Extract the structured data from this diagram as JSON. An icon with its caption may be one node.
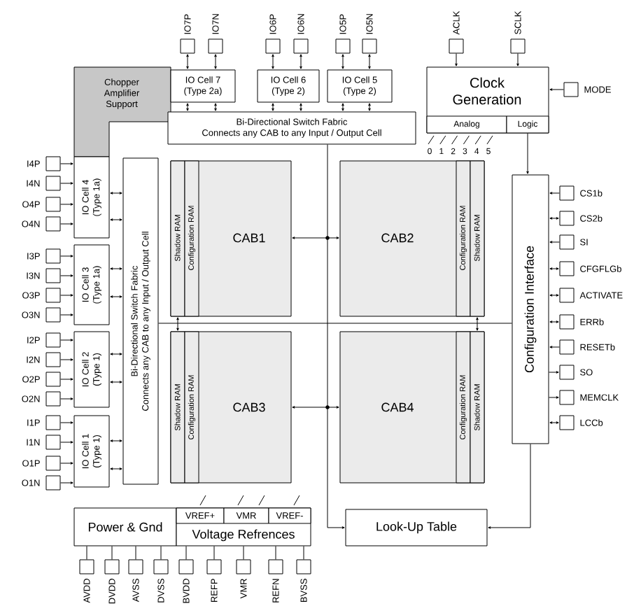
{
  "diagram": {
    "nodes": [
      {
        "text": [
          "Chopper Amplifier Support"
        ]
      },
      {
        "text": [
          "IO Cell 7 (Type 2a)"
        ]
      },
      {
        "text": [
          "IO Cell 6 (Type 2)"
        ]
      },
      {
        "text": [
          "IO Cell 5 (Type 2)"
        ]
      },
      {
        "text": [
          "Bi-Directional Switch Fabric",
          "Connects any CAB to any Input / Output Cell"
        ]
      },
      {
        "text": [
          "Clock Generation"
        ]
      },
      {
        "text": [
          "Analog"
        ],
        "in": 5
      },
      {
        "text": [
          "Logic"
        ],
        "in": 5
      },
      {
        "text": [
          "Bi-Directional Switch Fabric",
          "Connects any CAB to any Input / Output Cell"
        ]
      },
      {
        "text": [
          "IO Cell 4 (Type 1a)"
        ]
      },
      {
        "text": [
          "IO Cell 3 (Type 1a)"
        ]
      },
      {
        "text": [
          "IO Cell 2 (Type 1)"
        ]
      },
      {
        "text": [
          "IO Cell 1 (Type 1)"
        ]
      },
      {
        "text": [
          "CAB1"
        ]
      },
      {
        "text": [
          "Shadow RAM"
        ],
        "in": 13
      },
      {
        "text": [
          "Configuration RAM"
        ],
        "in": 13
      },
      {
        "text": [
          "CAB2"
        ]
      },
      {
        "text": [
          "Configuration RAM"
        ],
        "in": 16
      },
      {
        "text": [
          "Shadow RAM"
        ],
        "in": 16
      },
      {
        "text": [
          "CAB3"
        ]
      },
      {
        "text": [
          "Shadow RAM"
        ],
        "in": 19
      },
      {
        "text": [
          "Configuration RAM"
        ],
        "in": 19
      },
      {
        "text": [
          "CAB4"
        ]
      },
      {
        "text": [
          "Configuration RAM"
        ],
        "in": 22
      },
      {
        "text": [
          "Shadow RAM"
        ],
        "in": 22
      },
      {
        "text": [
          "Configuration Interface"
        ]
      },
      {
        "text": [
          "Power & Gnd"
        ]
      },
      {
        "text": [
          "Voltage Refrences"
        ]
      },
      {
        "text": [
          "VREF+"
        ],
        "in": 27
      },
      {
        "text": [
          "VMR"
        ],
        "in": 27
      },
      {
        "text": [
          "VREF-"
        ],
        "in": 27
      },
      {
        "text": [
          "Look-Up Table"
        ]
      },
      {
        "text": [],
        "shape": "box",
        "beside": [
          "IO7P"
        ]
      },
      {
        "text": [],
        "shape": "box",
        "beside": [
          "IO7N"
        ]
      },
      {
        "text": [],
        "shape": "box",
        "beside": [
          "IO6P"
        ]
      },
      {
        "text": [],
        "shape": "box",
        "beside": [
          "IO6N"
        ]
      },
      {
        "text": [],
        "shape": "box",
        "beside": [
          "IO5P"
        ]
      },
      {
        "text": [],
        "shape": "box",
        "beside": [
          "IO5N"
        ]
      },
      {
        "text": [],
        "shape": "box",
        "beside": [
          "ACLK"
        ]
      },
      {
        "text": [],
        "shape": "box",
        "beside": [
          "SCLK"
        ]
      },
      {
        "text": [],
        "shape": "box",
        "beside": [
          "MODE"
        ]
      },
      {
        "text": [],
        "shape": "box",
        "beside": [
          "I4P"
        ]
      },
      {
        "text": [],
        "shape": "box",
        "beside": [
          "I4N"
        ]
      },
      {
        "text": [],
        "shape": "box",
        "beside": [
          "O4P"
        ]
      },
      {
        "text": [],
        "shape": "box",
        "beside": [
          "O4N"
        ]
      },
      {
        "text": [],
        "shape": "box",
        "beside": [
          "I3P"
        ]
      },
      {
        "text": [],
        "shape": "box",
        "beside": [
          "I3N"
        ]
      },
      {
        "text": [],
        "shape": "box",
        "beside": [
          "O3P"
        ]
      },
      {
        "text": [],
        "shape": "box",
        "beside": [
          "O3N"
        ]
      },
      {
        "text": [],
        "shape": "box",
        "beside": [
          "I2P"
        ]
      },
      {
        "text": [],
        "shape": "box",
        "beside": [
          "I2N"
        ]
      },
      {
        "text": [],
        "shape": "box",
        "beside": [
          "O2P"
        ]
      },
      {
        "text": [],
        "shape": "box",
        "beside": [
          "O2N"
        ]
      },
      {
        "text": [],
        "shape": "box",
        "beside": [
          "I1P"
        ]
      },
      {
        "text": [],
        "shape": "box",
        "beside": [
          "I1N"
        ]
      },
      {
        "text": [],
        "shape": "box",
        "beside": [
          "O1P"
        ]
      },
      {
        "text": [],
        "shape": "box",
        "beside": [
          "O1N"
        ]
      },
      {
        "text": [],
        "shape": "box",
        "beside": [
          "CS1b"
        ]
      },
      {
        "text": [],
        "shape": "box",
        "beside": [
          "CS2b"
        ]
      },
      {
        "text": [],
        "shape": "box",
        "beside": [
          "SI"
        ]
      },
      {
        "text": [],
        "shape": "box",
        "beside": [
          "CFGFLGb"
        ]
      },
      {
        "text": [],
        "shape": "box",
        "beside": [
          "ACTIVATE"
        ]
      },
      {
        "text": [],
        "shape": "box",
        "beside": [
          "ERRb"
        ]
      },
      {
        "text": [],
        "shape": "box",
        "beside": [
          "RESETb"
        ]
      },
      {
        "text": [],
        "shape": "box",
        "beside": [
          "SO"
        ]
      },
      {
        "text": [],
        "shape": "box",
        "beside": [
          "MEMCLK"
        ]
      },
      {
        "text": [],
        "shape": "box",
        "beside": [
          "LCCb"
        ]
      },
      {
        "text": [],
        "shape": "box",
        "beside": [
          "AVDD"
        ]
      },
      {
        "text": [],
        "shape": "box",
        "beside": [
          "DVDD"
        ]
      },
      {
        "text": [],
        "shape": "box",
        "beside": [
          "AVSS"
        ]
      },
      {
        "text": [],
        "shape": "box",
        "beside": [
          "DVSS"
        ]
      },
      {
        "text": [],
        "shape": "box",
        "beside": [
          "BVDD"
        ]
      },
      {
        "text": [],
        "shape": "box",
        "beside": [
          "REFP"
        ]
      },
      {
        "text": [],
        "shape": "box",
        "beside": [
          "VMR"
        ]
      },
      {
        "text": [],
        "shape": "box",
        "beside": [
          "REFN"
        ]
      },
      {
        "text": [],
        "shape": "box",
        "beside": [
          "BVSS"
        ]
      }
    ],
    "edges": [
      {
        "from": 32,
        "to": 1,
        "arrow": "both"
      },
      {
        "from": 33,
        "to": 1,
        "arrow": "both"
      },
      {
        "from": 34,
        "to": 2,
        "arrow": "both"
      },
      {
        "from": 35,
        "to": 2,
        "arrow": "both"
      },
      {
        "from": 36,
        "to": 3,
        "arrow": "both"
      },
      {
        "from": 37,
        "to": 3,
        "arrow": "both"
      },
      {
        "from": 1,
        "to": 4,
        "arrow": "both"
      },
      {
        "from": 1,
        "to": 4,
        "arrow": "both"
      },
      {
        "from": 2,
        "to": 4,
        "arrow": "both"
      },
      {
        "from": 2,
        "to": 4,
        "arrow": "both"
      },
      {
        "from": 3,
        "to": 4,
        "arrow": "both"
      },
      {
        "from": 3,
        "to": 4,
        "arrow": "both"
      },
      {
        "from": 38,
        "to": 5,
        "arrow": "to"
      },
      {
        "from": 39,
        "to": 5,
        "arrow": "to"
      },
      {
        "from": 40,
        "to": 5,
        "arrow": "to"
      },
      {
        "from": 7,
        "to": 25,
        "arrow": "to"
      },
      {
        "from": 41,
        "to": 9,
        "arrow": "to"
      },
      {
        "from": 42,
        "to": 9,
        "arrow": "to"
      },
      {
        "from": 43,
        "to": 9,
        "arrow": "to"
      },
      {
        "from": 44,
        "to": 9,
        "arrow": "to"
      },
      {
        "from": 45,
        "to": 10,
        "arrow": "to"
      },
      {
        "from": 46,
        "to": 10,
        "arrow": "to"
      },
      {
        "from": 47,
        "to": 10,
        "arrow": "to"
      },
      {
        "from": 48,
        "to": 10,
        "arrow": "to"
      },
      {
        "from": 49,
        "to": 11,
        "arrow": "to"
      },
      {
        "from": 50,
        "to": 11,
        "arrow": "to"
      },
      {
        "from": 51,
        "to": 11,
        "arrow": "to"
      },
      {
        "from": 52,
        "to": 11,
        "arrow": "to"
      },
      {
        "from": 53,
        "to": 12,
        "arrow": "to"
      },
      {
        "from": 54,
        "to": 12,
        "arrow": "to"
      },
      {
        "from": 55,
        "to": 12,
        "arrow": "to"
      },
      {
        "from": 56,
        "to": 12,
        "arrow": "to"
      },
      {
        "from": 9,
        "to": 8,
        "arrow": "both"
      },
      {
        "from": 9,
        "to": 8,
        "arrow": "both"
      },
      {
        "from": 10,
        "to": 8,
        "arrow": "both"
      },
      {
        "from": 10,
        "to": 8,
        "arrow": "both"
      },
      {
        "from": 11,
        "to": 8,
        "arrow": "both"
      },
      {
        "from": 11,
        "to": 8,
        "arrow": "both"
      },
      {
        "from": 12,
        "to": 8,
        "arrow": "both"
      },
      {
        "from": 12,
        "to": 8,
        "arrow": "both"
      },
      {
        "from": 13,
        "to": 16,
        "arrow": "both"
      },
      {
        "from": 19,
        "to": 22,
        "arrow": "both"
      },
      {
        "from": 13,
        "to": 19,
        "arrow": "both"
      },
      {
        "from": 16,
        "to": 22,
        "arrow": "both"
      },
      {
        "from": 4,
        "to": 31,
        "arrow": "to"
      },
      {
        "from": 8,
        "to": 25,
        "arrow": "none"
      },
      {
        "from": 25,
        "to": 31,
        "arrow": "to"
      },
      {
        "from": 57,
        "to": 25,
        "arrow": "to"
      },
      {
        "from": 58,
        "to": 25,
        "arrow": "both"
      },
      {
        "from": 59,
        "to": 25,
        "arrow": "to"
      },
      {
        "from": 60,
        "to": 25,
        "arrow": "both"
      },
      {
        "from": 61,
        "to": 25,
        "arrow": "both"
      },
      {
        "from": 62,
        "to": 25,
        "arrow": "both"
      },
      {
        "from": 63,
        "to": 25,
        "arrow": "to"
      },
      {
        "from": 25,
        "to": 64,
        "arrow": "to"
      },
      {
        "from": 25,
        "to": 65,
        "arrow": "to"
      },
      {
        "from": 66,
        "to": 25,
        "arrow": "both"
      },
      {
        "from": 26,
        "to": 67,
        "arrow": "none"
      },
      {
        "from": 26,
        "to": 68,
        "arrow": "none"
      },
      {
        "from": 26,
        "to": 69,
        "arrow": "none"
      },
      {
        "from": 26,
        "to": 70,
        "arrow": "none"
      },
      {
        "from": 27,
        "to": 71,
        "arrow": "none"
      },
      {
        "from": 27,
        "to": 72,
        "arrow": "none"
      },
      {
        "from": 27,
        "to": 73,
        "arrow": "none"
      },
      {
        "from": 27,
        "to": 74,
        "arrow": "none"
      },
      {
        "from": 27,
        "to": 75,
        "arrow": "none"
      }
    ],
    "labels": [
      "0",
      "1",
      "2",
      "3",
      "4",
      "5"
    ]
  }
}
